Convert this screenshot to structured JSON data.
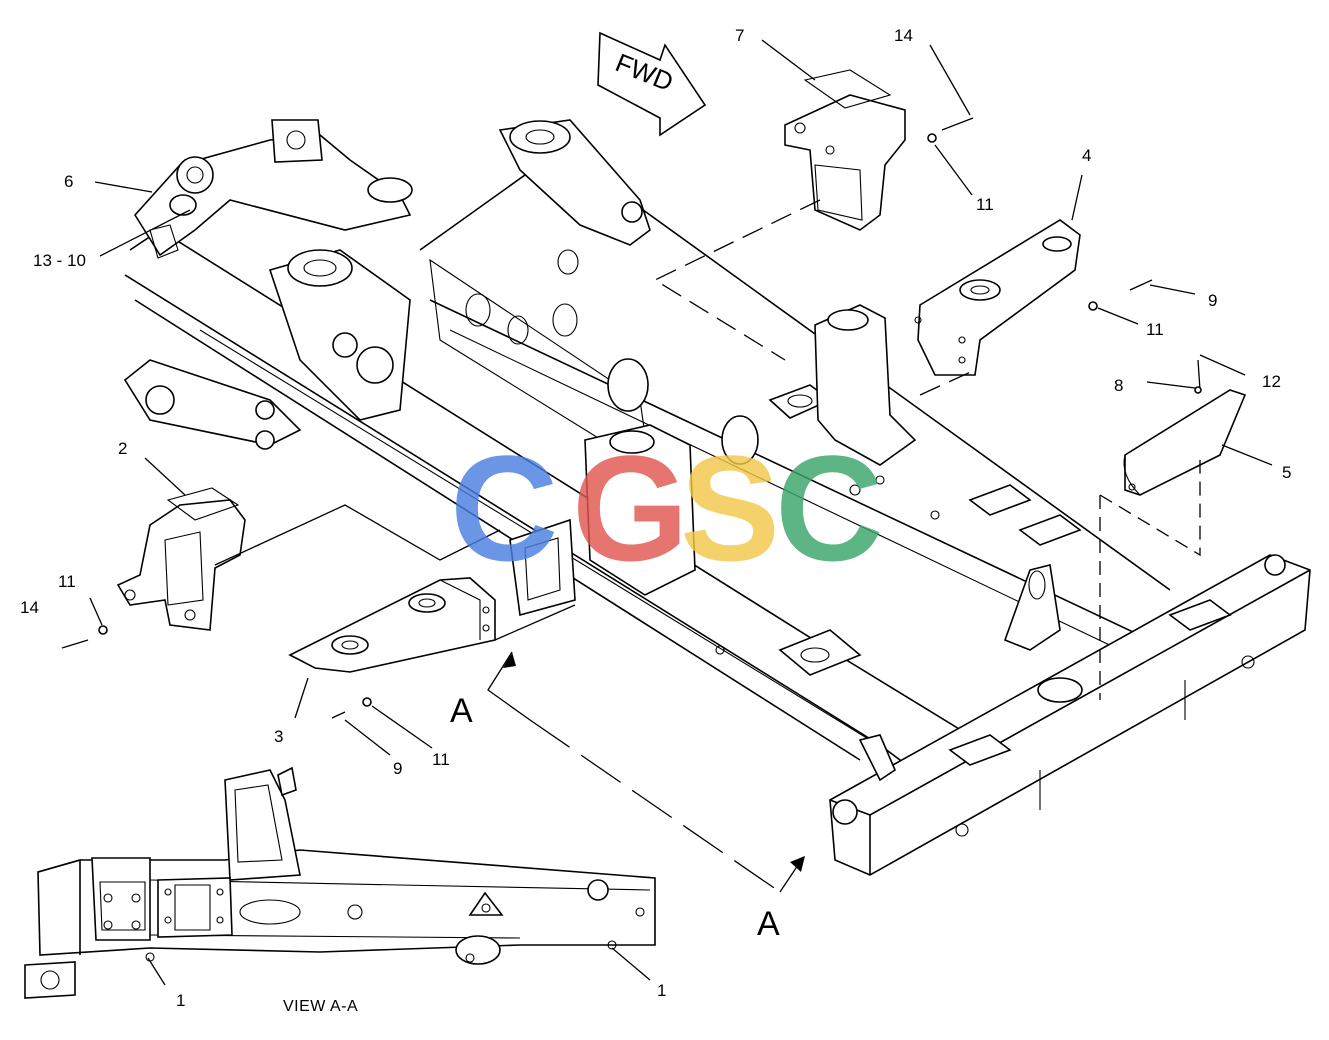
{
  "diagram": {
    "direction_label": "FWD",
    "section_label": "A",
    "view_label": "VIEW A-A",
    "watermark": "CGSC",
    "watermark_colors": [
      "#4a7fe0",
      "#e0574f",
      "#f2c84b",
      "#3aa66b"
    ],
    "callouts": {
      "c1_left": "1",
      "c1_right": "1",
      "c2": "2",
      "c3": "3",
      "c4": "4",
      "c5": "5",
      "c6": "6",
      "c7": "7",
      "c8": "8",
      "c9_right": "9",
      "c9_lower": "9",
      "c11_top": "11",
      "c11_right": "11",
      "c11_left": "11",
      "c11_lower": "11",
      "c12": "12",
      "c13_10": "13 - 10",
      "c14_top": "14",
      "c14_left": "14"
    }
  }
}
